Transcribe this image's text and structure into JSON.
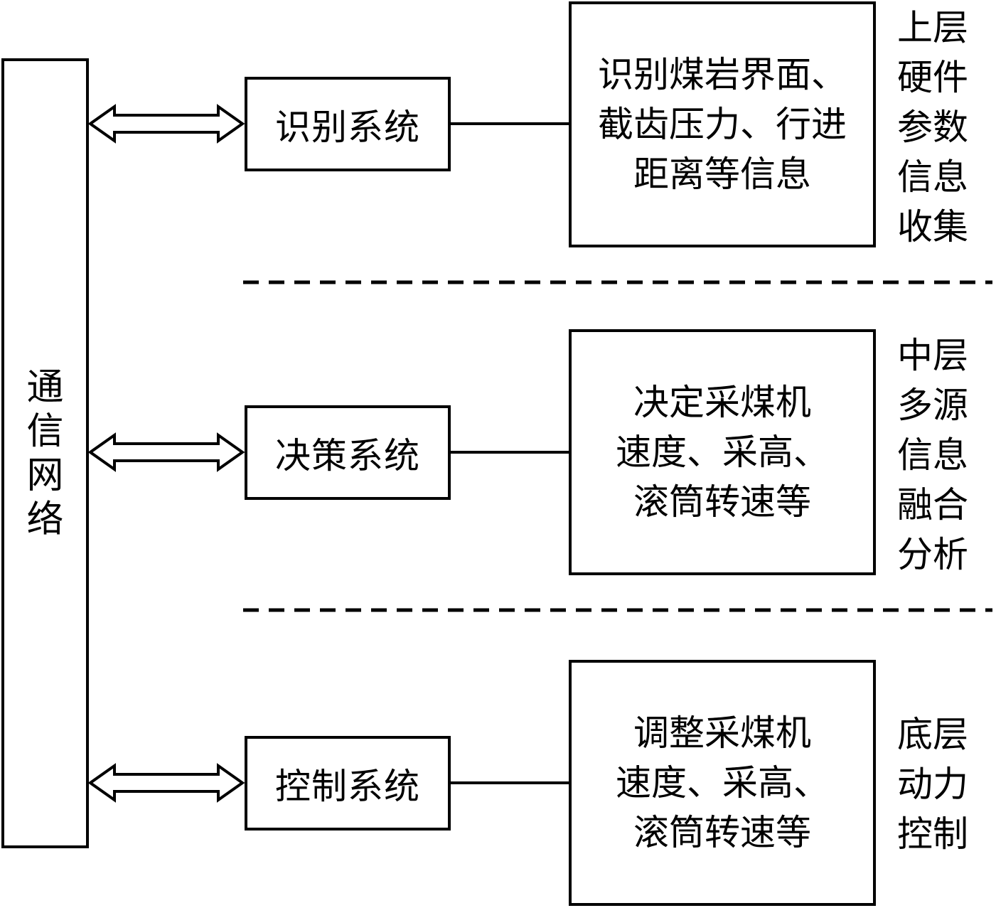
{
  "network": {
    "label": "通信网络"
  },
  "systems": [
    {
      "label": "识别系统"
    },
    {
      "label": "决策系统"
    },
    {
      "label": "控制系统"
    }
  ],
  "info_boxes": [
    {
      "lines": [
        "识别煤岩界面、",
        "截齿压力、行进",
        "距离等信息"
      ]
    },
    {
      "lines": [
        "决定采煤机",
        "速度、采高、",
        "滚筒转速等"
      ]
    },
    {
      "lines": [
        "调整采煤机",
        "速度、采高、",
        "滚筒转速等"
      ]
    }
  ],
  "layers": [
    {
      "label": "上层硬件参数信息收集"
    },
    {
      "label": "中层多源信息融合分析"
    },
    {
      "label": "底层动力控制"
    }
  ]
}
